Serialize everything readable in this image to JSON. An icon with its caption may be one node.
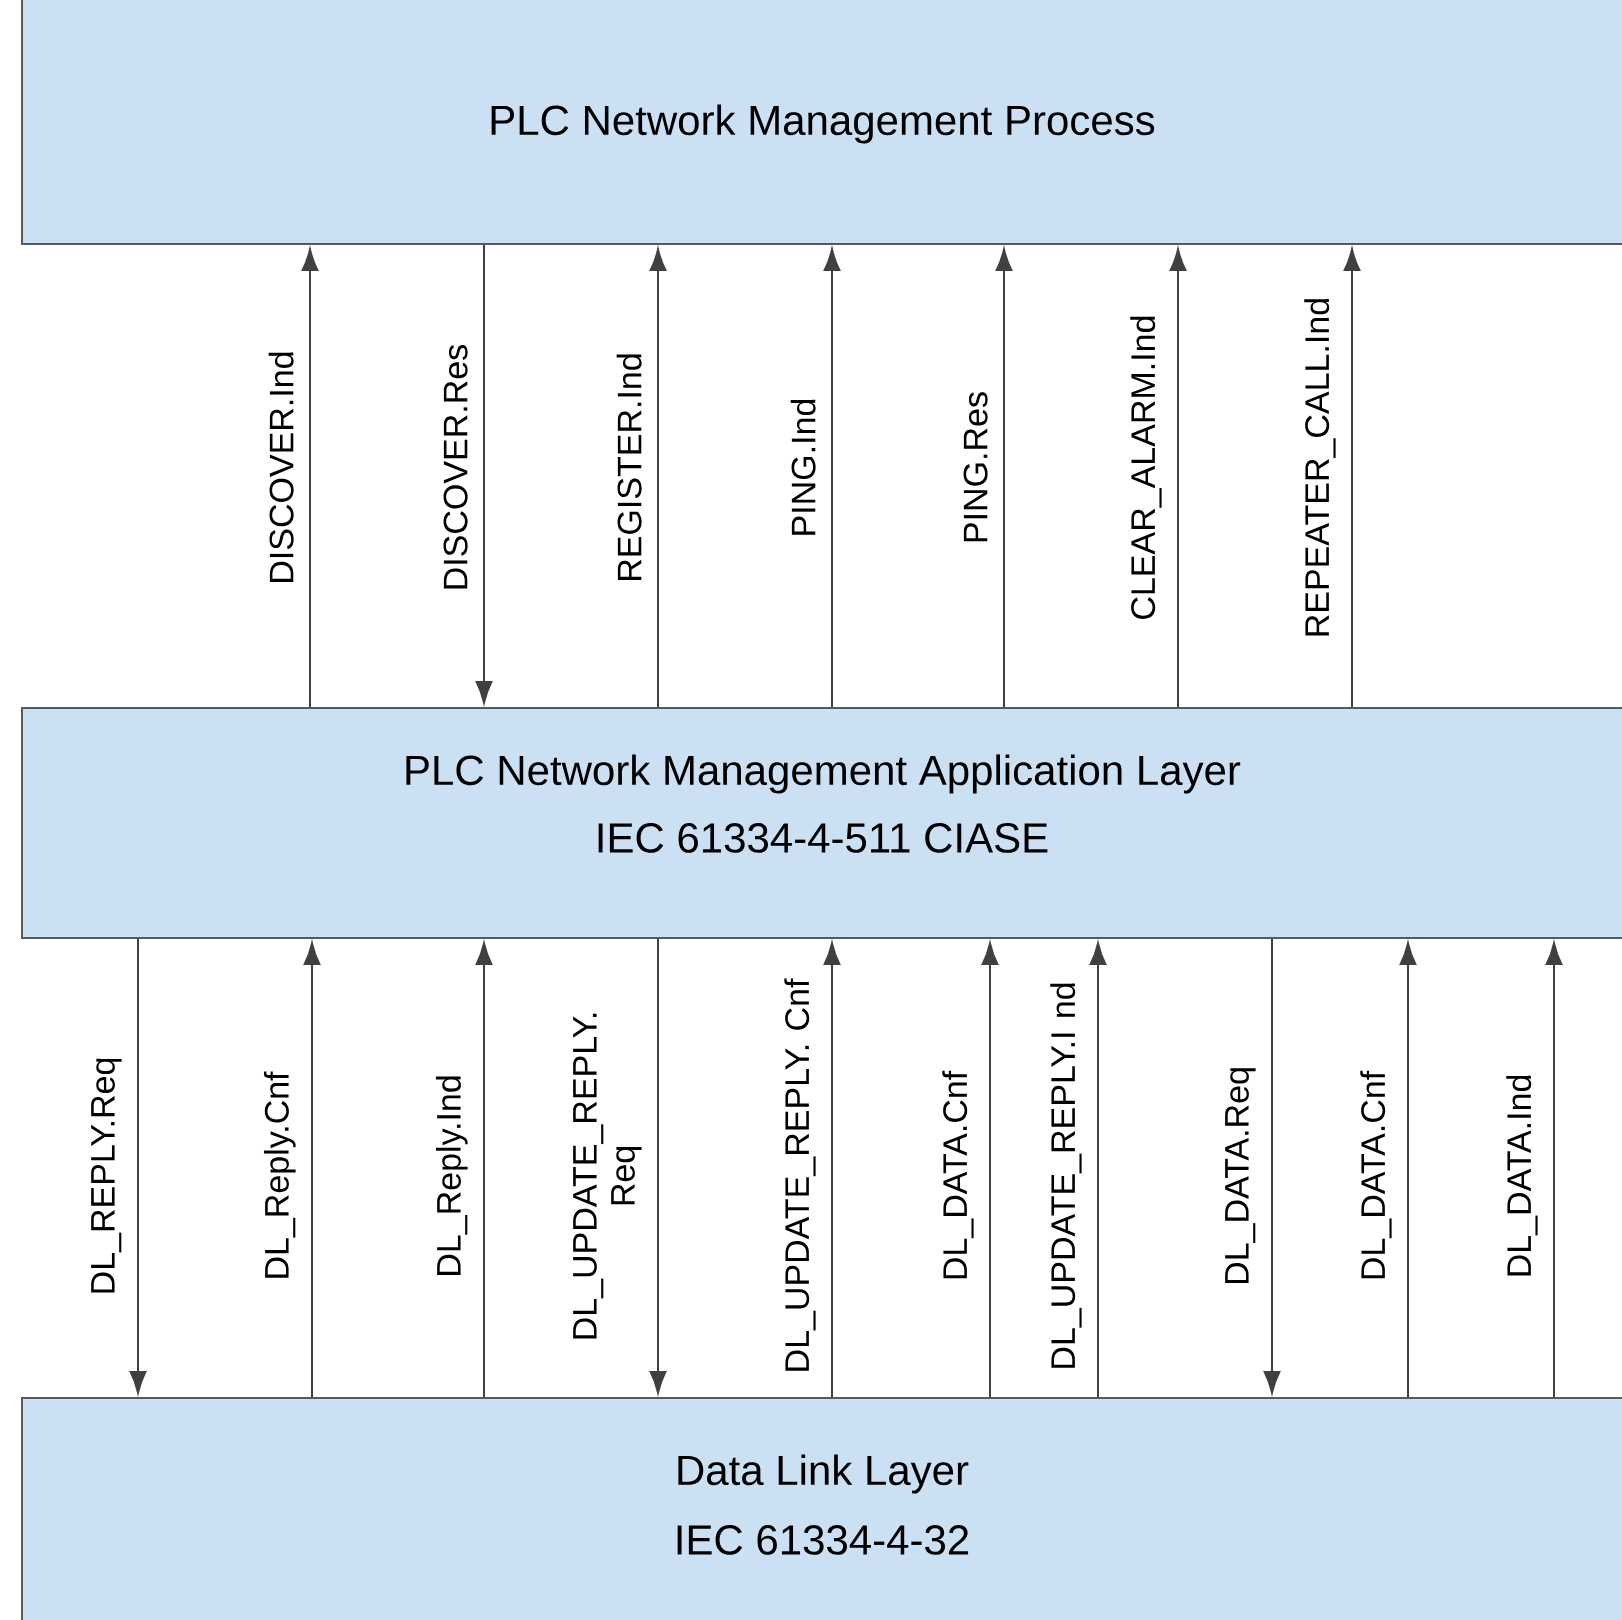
{
  "diagram": {
    "nodes": [
      {
        "text": [
          "PLC Network Management Process"
        ]
      },
      {
        "text": [
          "PLC Network Management Application Layer",
          "IEC 61334-4-511 CIASE"
        ]
      },
      {
        "text": [
          "Data Link Layer",
          "IEC 61334-4-32"
        ]
      }
    ],
    "edges": [
      {
        "from": 1,
        "to": 0,
        "arrow": "to",
        "label": "DISCOVER.Ind"
      },
      {
        "from": 0,
        "to": 1,
        "arrow": "to",
        "label": "DISCOVER.Res"
      },
      {
        "from": 1,
        "to": 0,
        "arrow": "to",
        "label": "REGISTER.Ind"
      },
      {
        "from": 1,
        "to": 0,
        "arrow": "to",
        "label": "PING.Ind"
      },
      {
        "from": 1,
        "to": 0,
        "arrow": "to",
        "label": "PING.Res"
      },
      {
        "from": 1,
        "to": 0,
        "arrow": "to",
        "label": "CLEAR_ALARM.Ind"
      },
      {
        "from": 1,
        "to": 0,
        "arrow": "to",
        "label": "REPEATER_CALL.Ind"
      },
      {
        "from": 1,
        "to": 2,
        "arrow": "to",
        "label": "DL_REPLY.Req"
      },
      {
        "from": 2,
        "to": 1,
        "arrow": "to",
        "label": "DL_Reply.Cnf"
      },
      {
        "from": 2,
        "to": 1,
        "arrow": "to",
        "label": "DL_Reply.Ind"
      },
      {
        "from": 1,
        "to": 2,
        "arrow": "to",
        "label": "DL_UPDATE_REPLY. Req"
      },
      {
        "from": 2,
        "to": 1,
        "arrow": "to",
        "label": "DL_UPDATE_REPLY. Cnf"
      },
      {
        "from": 2,
        "to": 1,
        "arrow": "to",
        "label": "DL_DATA.Cnf"
      },
      {
        "from": 2,
        "to": 1,
        "arrow": "to",
        "label": "DL_UPDATE_REPLY.I nd"
      },
      {
        "from": 1,
        "to": 2,
        "arrow": "to",
        "label": "DL_DATA.Req"
      },
      {
        "from": 2,
        "to": 1,
        "arrow": "to",
        "label": "DL_DATA.Cnf"
      },
      {
        "from": 2,
        "to": 1,
        "arrow": "to",
        "label": "DL_DATA.Ind"
      }
    ]
  }
}
